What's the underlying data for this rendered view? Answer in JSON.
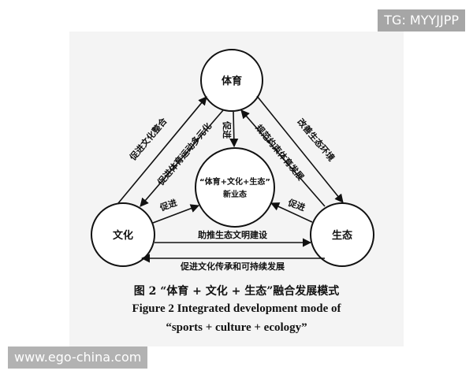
{
  "nodes": {
    "sports": "体育",
    "culture": "文化",
    "ecology": "生态",
    "center_line1": "“体育+文化+生态”",
    "center_line2": "新业态"
  },
  "edges": {
    "culture_to_sports": "促进文化整合",
    "sports_to_culture": "促进体育运动多元化",
    "sports_to_ecology": "改善生态环境",
    "ecology_to_sports": "规范约束体育发展",
    "culture_to_ecology": "助推生态文明建设",
    "ecology_to_culture": "促进文化传承和可持续发展",
    "sports_to_center": "促进",
    "culture_to_center": "促进",
    "ecology_to_center": "促进"
  },
  "caption": {
    "cn": "图 2 “体育 + 文化 + 生态”融合发展模式",
    "en_line1": "Figure 2 Integrated development mode of",
    "en_line2": "“sports + culture + ecology”"
  },
  "watermarks": {
    "top_right": "TG: MYYJJPP",
    "bottom_left": "www.ego-china.com"
  }
}
